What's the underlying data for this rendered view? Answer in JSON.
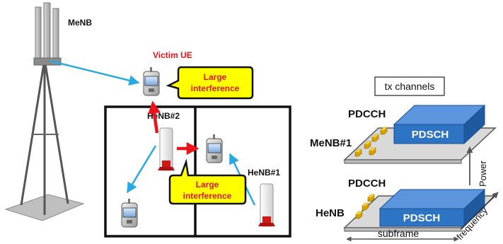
{
  "labels": {
    "menb": "MeNB",
    "victim_ue": "Victim UE",
    "henb2": "HeNB#2",
    "henb1": "HeNB#1",
    "large_interference_top": [
      "Large",
      "interference"
    ],
    "large_interference_bottom": [
      "Large",
      "interference"
    ]
  },
  "channels": {
    "title": "tx channels",
    "upper": {
      "station": "MeNB#1",
      "control": "PDCCH",
      "shared": "PDSCH"
    },
    "lower": {
      "station": "HeNB",
      "control": "PDCCH",
      "shared": "PDSCH"
    },
    "axis_power": "Power",
    "axis_frequency": "frequency",
    "axis_subframe": "subframe"
  },
  "colors": {
    "interference_arrow": "#e8141a",
    "downlink_arrow": "#29a9e0",
    "callout_fill": "#ffff00",
    "callout_text": "#e8141a",
    "victim_text": "#e8141a",
    "pdsch_fill": "#2e74c4",
    "pdcch_block": "#d6a000"
  }
}
